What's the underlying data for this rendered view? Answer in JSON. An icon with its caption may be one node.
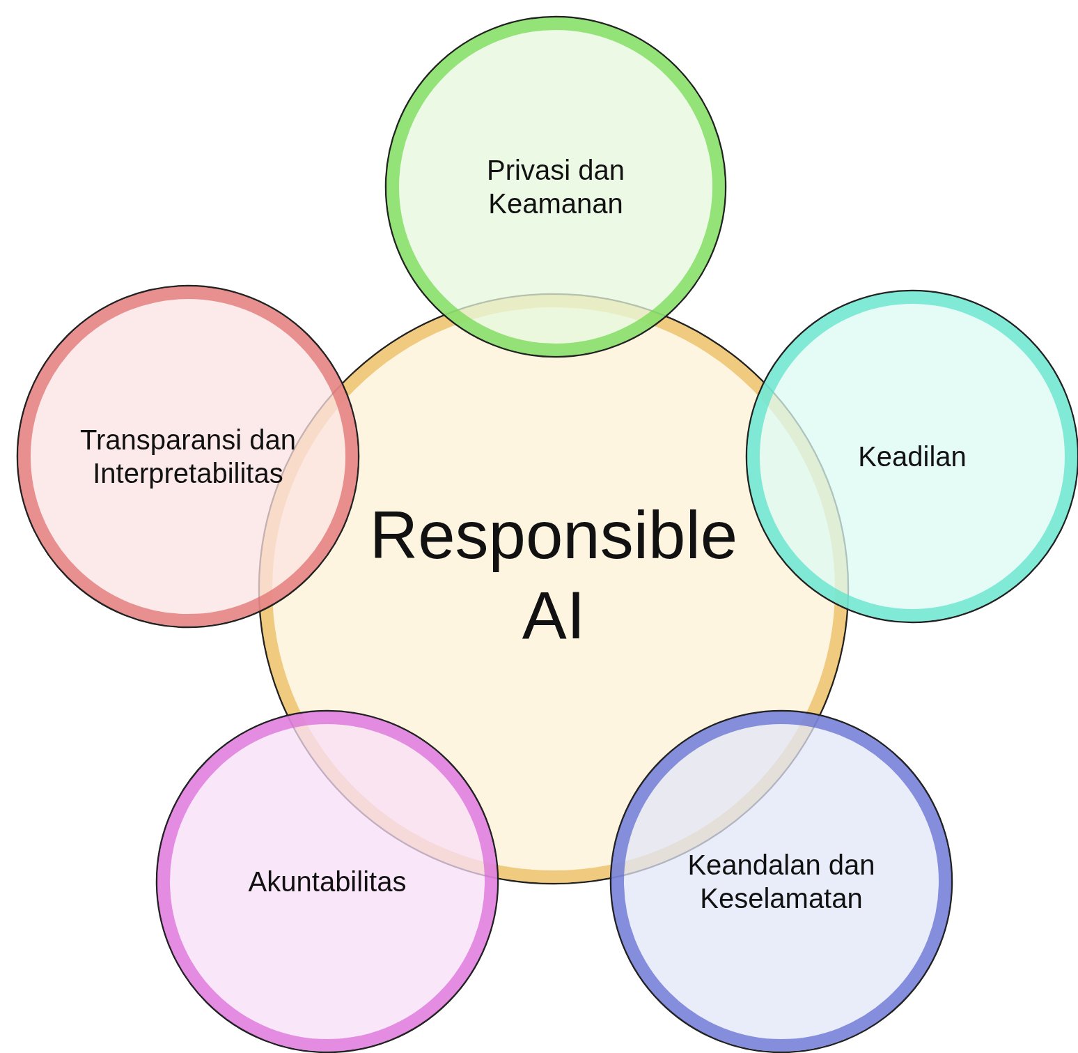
{
  "diagram": {
    "nodes": [
      {
        "text": [
          "Responsible AI"
        ]
      },
      {
        "text": [
          "Privasi dan Keamanan"
        ]
      },
      {
        "text": [
          "Transparansi dan Interpretabilitas"
        ]
      },
      {
        "text": [
          "Keadilan"
        ]
      },
      {
        "text": [
          "Akuntabilitas"
        ]
      },
      {
        "text": [
          "Keandalan dan Keselamatan"
        ]
      }
    ]
  }
}
